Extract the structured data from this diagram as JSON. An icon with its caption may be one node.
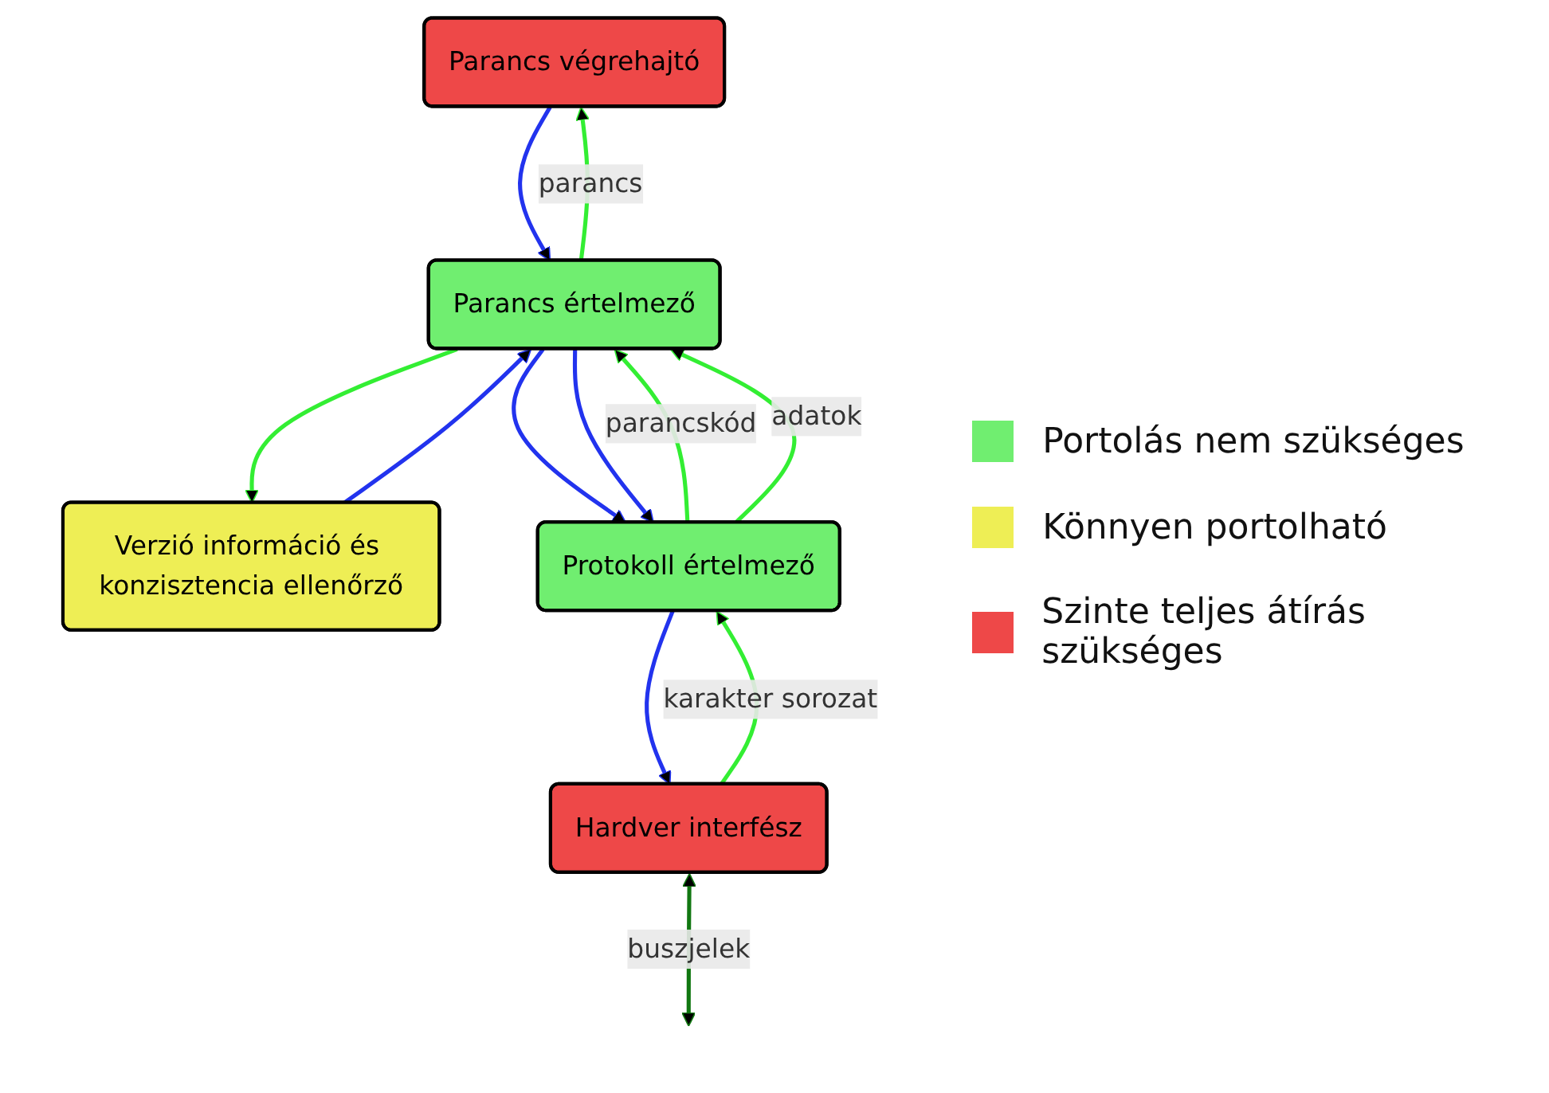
{
  "diagram": {
    "nodes": [
      {
        "text": [
          "Parancs végrehajtó"
        ]
      },
      {
        "text": [
          "Verzió információ és konzisztencia ellenőrző"
        ]
      },
      {
        "text": [
          "Parancs értelmező"
        ]
      },
      {
        "text": [
          "Protokoll értelmező"
        ]
      },
      {
        "text": [
          "Hardver interfész"
        ]
      }
    ],
    "edges": [
      {
        "from": 2,
        "to": 0,
        "arrow": "to",
        "label": "parancs",
        "color": "#33ee33"
      },
      {
        "from": 0,
        "to": 2,
        "arrow": "to",
        "color": "#2233ee"
      },
      {
        "from": 1,
        "to": 2,
        "arrow": "to",
        "color": "#2233ee"
      },
      {
        "from": 2,
        "to": 1,
        "arrow": "to",
        "color": "#33ee33"
      },
      {
        "from": 3,
        "to": 2,
        "arrow": "to",
        "label": "parancskód",
        "color": "#33ee33"
      },
      {
        "from": 3,
        "to": 2,
        "arrow": "to",
        "label": "adatok",
        "color": "#33ee33"
      },
      {
        "from": 2,
        "to": 3,
        "arrow": "to",
        "color": "#2233ee"
      },
      {
        "from": 2,
        "to": 3,
        "arrow": "to",
        "color": "#2233ee"
      },
      {
        "from": 4,
        "to": 3,
        "arrow": "to",
        "label": "karakter sorozat",
        "color": "#33ee33"
      },
      {
        "from": 3,
        "to": 4,
        "arrow": "to",
        "color": "#2233ee"
      },
      {
        "from": 4,
        "to": null,
        "arrow": "both",
        "label": "buszjelek",
        "color": "#117711"
      }
    ],
    "legend": [
      {
        "text": "Portolás nem szükséges",
        "color": "#70ee70"
      },
      {
        "text": "Könnyen portolható",
        "color": "#eeee55"
      },
      {
        "text": "Szinte teljes átírás szükséges",
        "color": "#ee4848"
      }
    ]
  }
}
